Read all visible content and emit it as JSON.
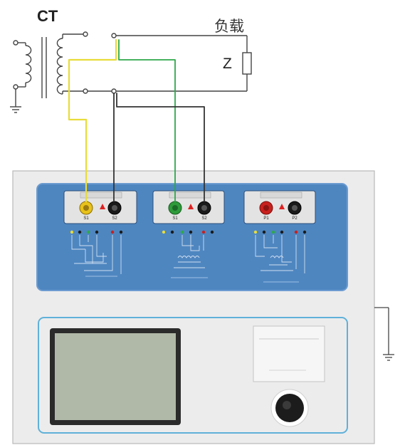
{
  "diagram": {
    "ct_label": "CT",
    "load_label": "负载",
    "impedance_label": "Z"
  },
  "device": {
    "terminal_groups": [
      {
        "terminals": [
          {
            "label": "S1",
            "color": "#e8c21a"
          },
          {
            "label": "S2",
            "color": "#1a1a1a"
          }
        ]
      },
      {
        "terminals": [
          {
            "label": "S1",
            "color": "#2e9b3a"
          },
          {
            "label": "S2",
            "color": "#1a1a1a"
          }
        ]
      },
      {
        "terminals": [
          {
            "label": "P1",
            "color": "#c8201e"
          },
          {
            "label": "P2",
            "color": "#1a1a1a"
          }
        ]
      }
    ]
  },
  "colors": {
    "panel_blue": "#4e86c0",
    "case_gray": "#e9e9ea",
    "yellow_wire": "#e8dc3a",
    "green_wire": "#2ea84a",
    "black_wire": "#333333"
  }
}
